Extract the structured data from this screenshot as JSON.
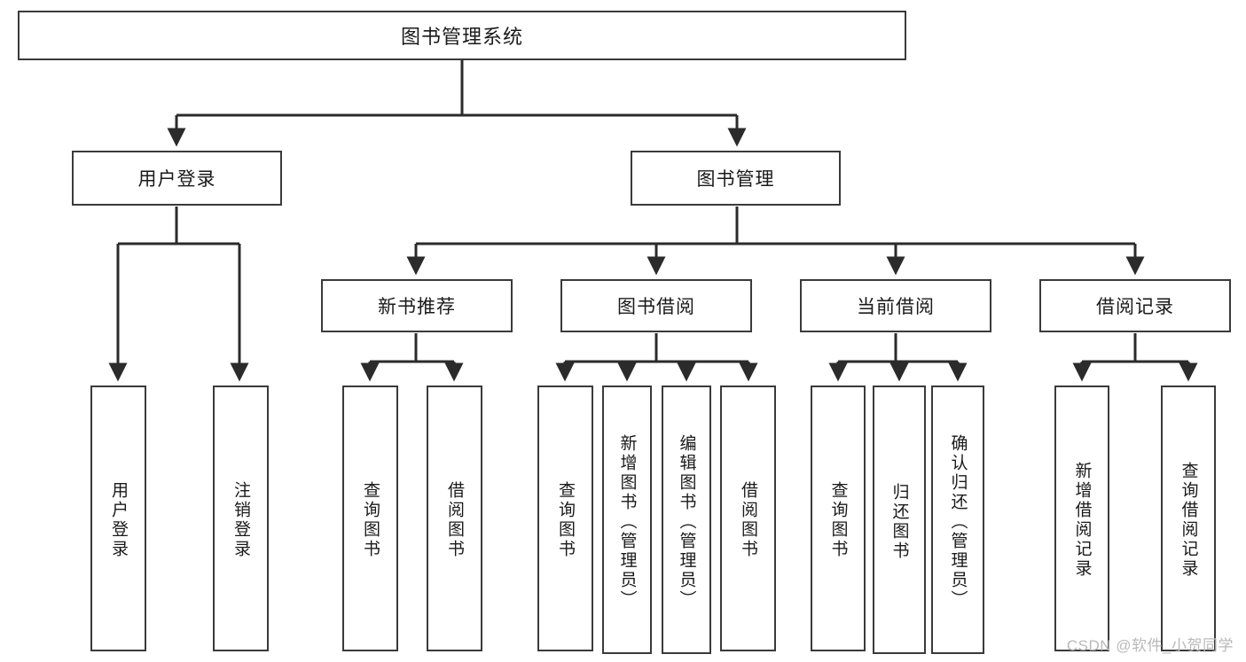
{
  "diagram": {
    "type": "tree-hierarchy-chart",
    "title": "图书管理系统",
    "colors": {
      "box_border": "#3a3a3a",
      "box_fill": "#ffffff",
      "edge": "#2b2b2b",
      "text": "#1a1a1a",
      "watermark": "#b9b9b9",
      "background": "#ffffff"
    },
    "levels": {
      "root": {
        "label": "图书管理系统"
      },
      "level2": [
        {
          "id": "user-login",
          "label": "用户登录"
        },
        {
          "id": "book-manage",
          "label": "图书管理"
        }
      ],
      "level3": [
        {
          "id": "new-book-recommend",
          "label": "新书推荐"
        },
        {
          "id": "book-borrow",
          "label": "图书借阅"
        },
        {
          "id": "current-borrow",
          "label": "当前借阅"
        },
        {
          "id": "borrow-record",
          "label": "借阅记录"
        }
      ],
      "leaves": {
        "user_login": [
          {
            "id": "leaf-user-login",
            "label": "用户登录"
          },
          {
            "id": "leaf-user-logout",
            "label": "注销登录"
          }
        ],
        "new_book_recommend": [
          {
            "id": "leaf-query-book-1",
            "label": "查询图书"
          },
          {
            "id": "leaf-borrow-book-1",
            "label": "借阅图书"
          }
        ],
        "book_borrow": [
          {
            "id": "leaf-query-book-2",
            "label": "查询图书"
          },
          {
            "id": "leaf-add-book",
            "label": "新增图书（管理员）"
          },
          {
            "id": "leaf-edit-book",
            "label": "编辑图书（管理员）"
          },
          {
            "id": "leaf-borrow-book-2",
            "label": "借阅图书"
          }
        ],
        "current_borrow": [
          {
            "id": "leaf-query-book-3",
            "label": "查询图书"
          },
          {
            "id": "leaf-return-book",
            "label": "归还图书"
          },
          {
            "id": "leaf-confirm-return",
            "label": "确认归还（管理员）"
          }
        ],
        "borrow_record": [
          {
            "id": "leaf-add-borrow-record",
            "label": "新增借阅记录"
          },
          {
            "id": "leaf-query-borrow-record",
            "label": "查询借阅记录"
          }
        ]
      }
    },
    "watermark": "CSDN @软件_小贺同学"
  }
}
